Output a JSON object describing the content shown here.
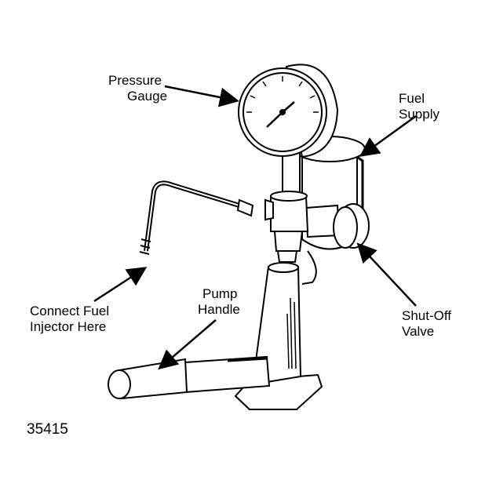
{
  "labels": {
    "pressure_gauge": [
      "Pressure",
      "Gauge"
    ],
    "fuel_supply": [
      "Fuel",
      "Supply"
    ],
    "connect_injector": [
      "Connect Fuel",
      "Injector Here"
    ],
    "pump_handle": [
      "Pump",
      "Handle"
    ],
    "shutoff_valve": [
      "Shut-Off",
      "Valve"
    ]
  },
  "figure_number": "35415",
  "colors": {
    "ink": "#000000",
    "paper": "#ffffff"
  }
}
